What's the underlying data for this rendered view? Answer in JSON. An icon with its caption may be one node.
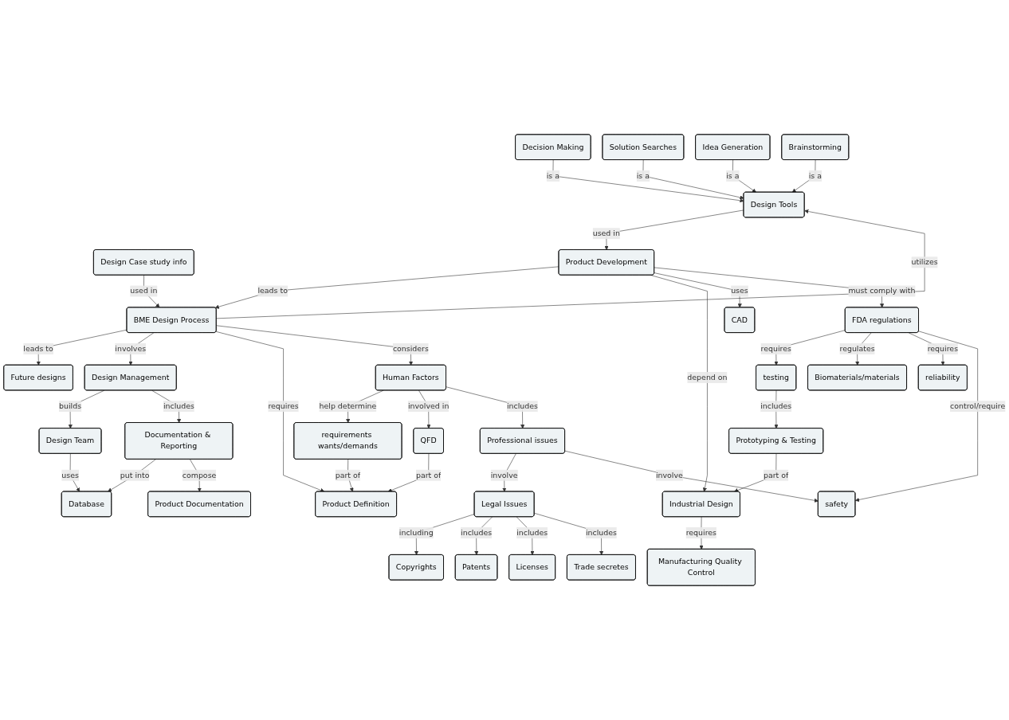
{
  "diagram": {
    "nodes": [
      {
        "text": [
          "Database"
        ]
      },
      {
        "text": [
          "Product Documentation"
        ]
      },
      {
        "text": [
          "Solution Searches"
        ]
      },
      {
        "text": [
          "Idea Generation"
        ]
      },
      {
        "text": [
          "Decision Making"
        ]
      },
      {
        "text": [
          "Brainstorming"
        ]
      },
      {
        "text": [
          "Design Team"
        ]
      },
      {
        "text": [
          "Documentation & Reporting"
        ]
      },
      {
        "text": [
          "Future designs"
        ]
      },
      {
        "text": [
          "Design Tools"
        ]
      },
      {
        "text": [
          "Manufacturing Quality Control"
        ]
      },
      {
        "text": [
          "Design Case study info"
        ]
      },
      {
        "text": [
          "Design Management"
        ]
      },
      {
        "text": [
          "BME Design Process"
        ]
      },
      {
        "text": [
          "Product Development"
        ]
      },
      {
        "text": [
          "Industrial Design"
        ]
      },
      {
        "text": [
          "Product Definition"
        ]
      },
      {
        "text": [
          "CAD"
        ]
      },
      {
        "text": [
          "testing"
        ]
      },
      {
        "text": [
          "Prototyping & Testing"
        ]
      },
      {
        "text": [
          "Human Factors"
        ]
      },
      {
        "text": [
          "FDA regulations"
        ]
      },
      {
        "text": [
          "Biomaterials/materials"
        ]
      },
      {
        "text": [
          "QFD"
        ]
      },
      {
        "text": [
          "requirements wants/demands"
        ]
      },
      {
        "text": [
          "Professional issues"
        ]
      },
      {
        "text": [
          "reliability"
        ]
      },
      {
        "text": [
          "Legal Issues"
        ]
      },
      {
        "text": [
          "safety"
        ]
      },
      {
        "text": [
          "Copyrights"
        ]
      },
      {
        "text": [
          "Patents"
        ]
      },
      {
        "text": [
          "Licenses"
        ]
      },
      {
        "text": [
          "Trade secretes"
        ]
      }
    ],
    "edges": [
      {
        "from": 6,
        "to": 0,
        "arrow": "to",
        "label": "uses"
      },
      {
        "from": 7,
        "to": 0,
        "arrow": "to",
        "label": "put into"
      },
      {
        "from": 7,
        "to": 1,
        "arrow": "to",
        "label": "compose"
      },
      {
        "from": 12,
        "to": 6,
        "arrow": "to",
        "label": "builds"
      },
      {
        "from": 12,
        "to": 7,
        "arrow": "to",
        "label": "includes"
      },
      {
        "from": 4,
        "to": 9,
        "arrow": "to",
        "label": "is a"
      },
      {
        "from": 2,
        "to": 9,
        "arrow": "to",
        "label": "is a"
      },
      {
        "from": 3,
        "to": 9,
        "arrow": "to",
        "label": "is a"
      },
      {
        "from": 5,
        "to": 9,
        "arrow": "to",
        "label": "is a"
      },
      {
        "from": 13,
        "to": 8,
        "arrow": "to",
        "label": "leads to"
      },
      {
        "from": 13,
        "to": 9,
        "arrow": "to",
        "label": "utilizes"
      },
      {
        "from": 9,
        "to": 14,
        "arrow": "to",
        "label": "used in"
      },
      {
        "from": 11,
        "to": 13,
        "arrow": "to",
        "label": "used in"
      },
      {
        "from": 13,
        "to": 12,
        "arrow": "to",
        "label": "involves"
      },
      {
        "from": 14,
        "to": 13,
        "arrow": "to",
        "label": "leads to"
      },
      {
        "from": 14,
        "to": 15,
        "arrow": "to",
        "label": "depend on"
      },
      {
        "from": 15,
        "to": 10,
        "arrow": "to",
        "label": "requires"
      },
      {
        "from": 19,
        "to": 15,
        "arrow": "to",
        "label": "part of"
      },
      {
        "from": 13,
        "to": 16,
        "arrow": "to",
        "label": "requires"
      },
      {
        "from": 14,
        "to": 17,
        "arrow": "to",
        "label": "uses"
      },
      {
        "from": 14,
        "to": 21,
        "arrow": "to",
        "label": "must comply with"
      },
      {
        "from": 21,
        "to": 18,
        "arrow": "to",
        "label": "requires"
      },
      {
        "from": 18,
        "to": 19,
        "arrow": "to",
        "label": "includes"
      },
      {
        "from": 13,
        "to": 20,
        "arrow": "to",
        "label": "considers"
      },
      {
        "from": 23,
        "to": 16,
        "arrow": "to",
        "label": "part of"
      },
      {
        "from": 24,
        "to": 16,
        "arrow": "to",
        "label": "part of"
      },
      {
        "from": 20,
        "to": 24,
        "arrow": "to",
        "label": "help determine"
      },
      {
        "from": 20,
        "to": 23,
        "arrow": "to",
        "label": "involved in"
      },
      {
        "from": 20,
        "to": 25,
        "arrow": "to",
        "label": "includes"
      },
      {
        "from": 21,
        "to": 22,
        "arrow": "to",
        "label": "regulates"
      },
      {
        "from": 21,
        "to": 26,
        "arrow": "to",
        "label": "requires"
      },
      {
        "from": 21,
        "to": 28,
        "arrow": "to",
        "label": "control/require"
      },
      {
        "from": 25,
        "to": 27,
        "arrow": "to",
        "label": "involve"
      },
      {
        "from": 25,
        "to": 28,
        "arrow": "to",
        "label": "involve"
      },
      {
        "from": 27,
        "to": 29,
        "arrow": "to",
        "label": "including"
      },
      {
        "from": 27,
        "to": 30,
        "arrow": "to",
        "label": "includes"
      },
      {
        "from": 27,
        "to": 31,
        "arrow": "to",
        "label": "includes"
      },
      {
        "from": 27,
        "to": 32,
        "arrow": "to",
        "label": "includes"
      }
    ]
  }
}
